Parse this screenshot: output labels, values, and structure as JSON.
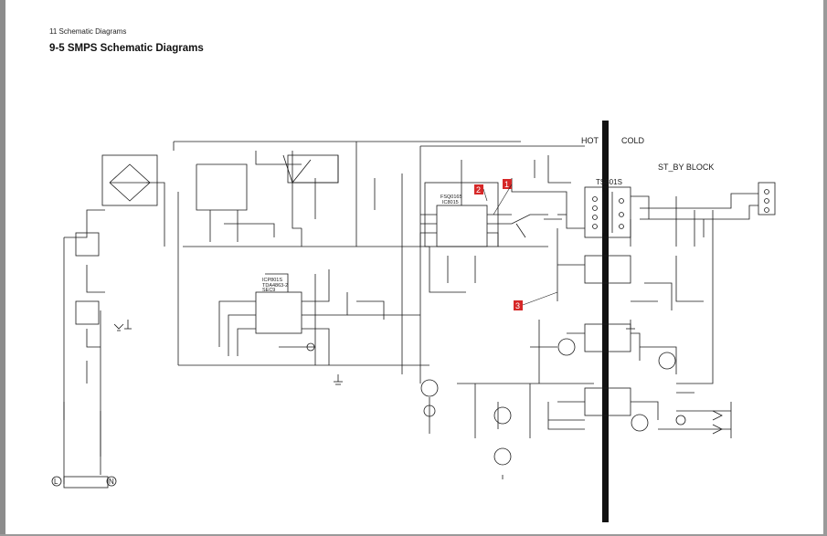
{
  "header": {
    "section": "11 Schematic Diagrams",
    "title": "9-5 SMPS Schematic Diagrams"
  },
  "diagram": {
    "hot_label": "HOT",
    "cold_label": "COLD",
    "block_label": "ST_BY BLOCK",
    "transformer": "TS801S",
    "ic_main_1": "FSQ0165",
    "ic_main_2": "IC8015",
    "ic_pfc_1": "ICP801S",
    "ic_pfc_2": "TDA4863-2",
    "ic_pfc_3": "SEC9",
    "input_l": "L",
    "input_n": "N",
    "markers": [
      "1",
      "2",
      "3"
    ],
    "colors": {
      "ink": "#1a1a1a",
      "marker": "#d62828"
    }
  }
}
